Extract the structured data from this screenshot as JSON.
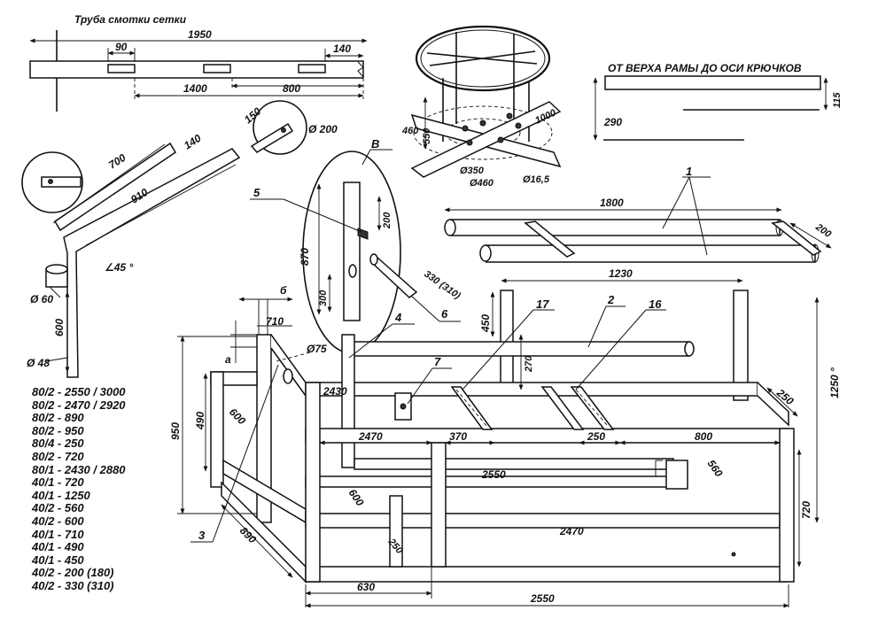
{
  "title_tube": "Труба смотки сетки",
  "title_hooks": "ОТ ВЕРХА РАМЫ ДО ОСИ КРЮЧКОВ",
  "callouts": {
    "c1": "1",
    "c2": "2",
    "c3": "3",
    "c4": "4",
    "c5": "5",
    "c6": "6",
    "c7": "7",
    "c16": "16",
    "c17": "17",
    "cB": "В",
    "ca": "а",
    "cb": "б"
  },
  "tube_dims": {
    "total": "1950",
    "slot": "90",
    "end": "140",
    "d1400": "1400",
    "d800": "800"
  },
  "hook_dims": {
    "d115": "115",
    "d290": "290"
  },
  "reel_dims": {
    "h550": "550",
    "w460": "460",
    "l1000": "1000",
    "d350": "Ø350",
    "d460": "Ø460",
    "d165": "Ø16,5"
  },
  "handle_dims": {
    "l700": "700",
    "l140": "140",
    "l910": "910",
    "angle": "∠45 °",
    "l150": "150",
    "d200": "Ø 200",
    "d60": "Ø 60",
    "l600": "600",
    "d48": "Ø 48"
  },
  "detail_dims": {
    "h870": "870",
    "h200": "200",
    "h300": "300",
    "l330": "330 (310)"
  },
  "roller_dims": {
    "l1800": "1800",
    "w200": "200",
    "l1230": "1230"
  },
  "frame_dims": {
    "h1250": "1250 °",
    "w250a": "250",
    "h450": "450",
    "h270": "270",
    "d710": "710",
    "d75": "Ø75",
    "h950": "950",
    "h490": "490",
    "d600a": "600",
    "d2430": "2430",
    "d2470a": "2470",
    "d370": "370",
    "d250b": "250",
    "d800": "800",
    "d2550a": "2550",
    "d560": "560",
    "h720": "720",
    "d600b": "600",
    "d2470b": "2470",
    "d890": "890",
    "d250c": "250",
    "d630": "630",
    "d2550b": "2550"
  },
  "spec_list": [
    "80/2 - 2550 / 3000",
    "80/2 - 2470 / 2920",
    "80/2 - 890",
    "80/2 - 950",
    "80/4 - 250",
    "80/2 - 720",
    "80/1 - 2430 / 2880",
    "40/1 - 720",
    "40/1 - 1250",
    "40/2 - 560",
    "40/2 - 600",
    "40/1 - 710",
    "40/1 - 490",
    "40/1 - 450",
    "40/2 - 200 (180)",
    "40/2 - 330 (310)"
  ]
}
